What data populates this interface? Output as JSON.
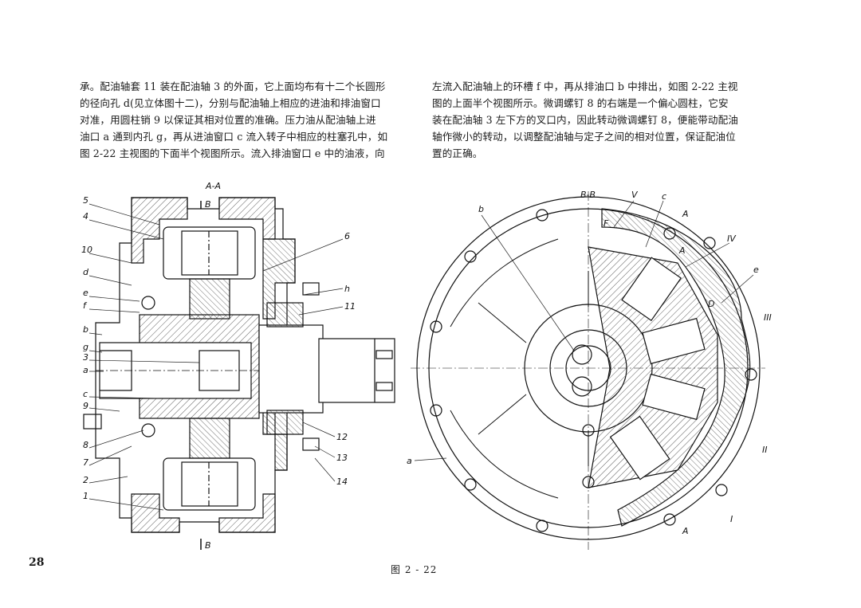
{
  "page_number": "28",
  "caption": "图 2 - 22",
  "left_column": [
    "承。配油轴套 11 装在配油轴 3 的外面，它上面均布有十二个长圆形",
    "的径向孔 d(见立体图十二)，分别与配油轴上相应的进油和排油窗口",
    "对准，用圆柱销 9 以保证其相对位置的准确。压力油从配油轴上进",
    "油口 a 通到内孔 g，再从进油窗口 c 流入转子中相应的柱塞孔中，如",
    "图 2-22 主视图的下面半个视图所示。流入排油窗口 e 中的油液，向"
  ],
  "right_column": [
    "左流入配油轴上的环槽 f 中，再从排油口 b 中排出，如图 2-22 主视",
    "图的上面半个视图所示。微调螺钉 8 的右端是一个偏心圆柱，它安",
    "装在配油轴 3 左下方的叉口内，因此转动微调螺钉 8，便能带动配油",
    "轴作微小的转动，以调整配油轴与定子之间的相对位置，保证配油位",
    "置的正确。"
  ],
  "figure_left": {
    "section_title": "A-A",
    "section_mark_top": "B",
    "section_mark_bottom": "B",
    "labels_left": [
      "5",
      "4",
      "10",
      "d",
      "e",
      "f",
      "b",
      "g",
      "3",
      "a",
      "c",
      "9",
      "8",
      "7",
      "2",
      "1"
    ],
    "labels_right": [
      "6",
      "h",
      "11",
      "12",
      "13",
      "14"
    ]
  },
  "figure_right": {
    "section_title": "B-B",
    "labels": {
      "b": "b",
      "V": "V",
      "c": "c",
      "A1": "A",
      "F": "F",
      "A2": "A",
      "IV": "IV",
      "e": "e",
      "D": "D",
      "III": "III",
      "II": "II",
      "a": "a",
      "I": "I",
      "A3": "A"
    }
  }
}
